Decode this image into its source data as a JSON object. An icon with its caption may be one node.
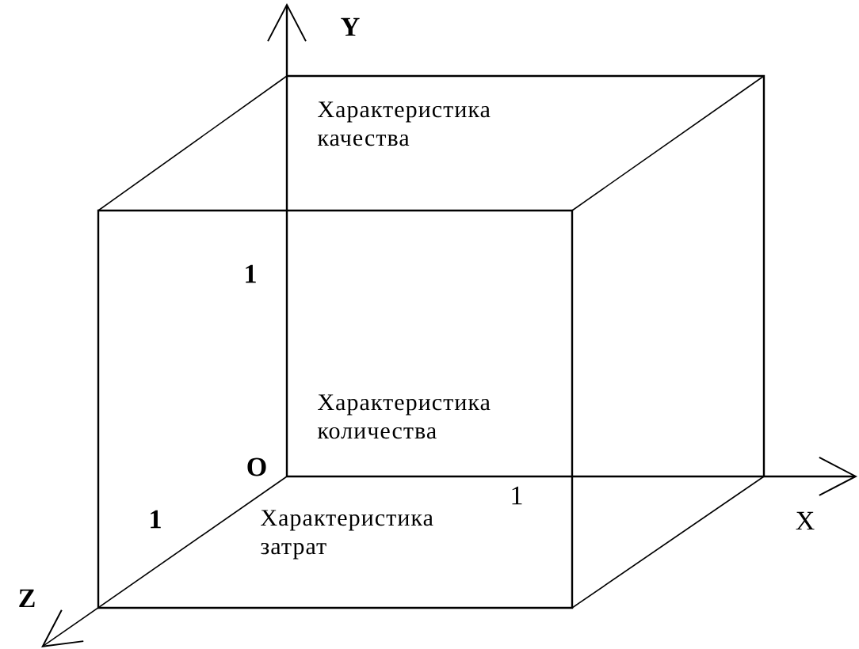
{
  "diagram": {
    "labels": [
      "Y",
      "Характеристика качества",
      "1",
      "Характеристика количества",
      "O",
      "1",
      "Характеристика затрат",
      "1",
      "X",
      "Z"
    ]
  }
}
